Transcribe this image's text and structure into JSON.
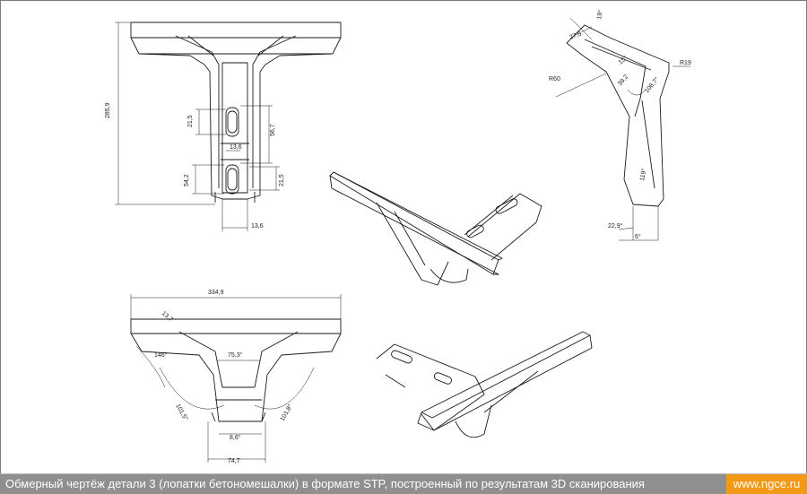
{
  "caption": "Обмерный чертёж детали 3 (лопатки бетономешалки) в формате STP, построенный по результатам 3D сканирования",
  "site": "www.ngce.ru",
  "colors": {
    "line": "#1a1a1a",
    "caption_bg": "#8f8f8f",
    "badge_bg": "#f29a17"
  },
  "front_view": {
    "height": "285,9",
    "slot_height": "21,5",
    "slot_spacing": "56,7",
    "slot_width": "13,6",
    "lower_height": "54,2",
    "lower_slot": "21,5",
    "base_width": "13,6"
  },
  "side_view": {
    "tip_angle": "19°",
    "tip_width": "27,5",
    "mid_a": "15°",
    "mid_b": "39,2",
    "radius_large": "R60",
    "radius_small": "R19",
    "bend_angle": "108,7°",
    "lower_angle": "119°",
    "foot": "22,9°",
    "foot_angle": "6°"
  },
  "top_view": {
    "width": "334,9",
    "edge": "13,7",
    "angle_left": "146°",
    "angle_center": "75,3°",
    "arc_left": "101,5°",
    "arc_right": "101,8°",
    "inner": "8,6°",
    "base_width": "74,7"
  }
}
